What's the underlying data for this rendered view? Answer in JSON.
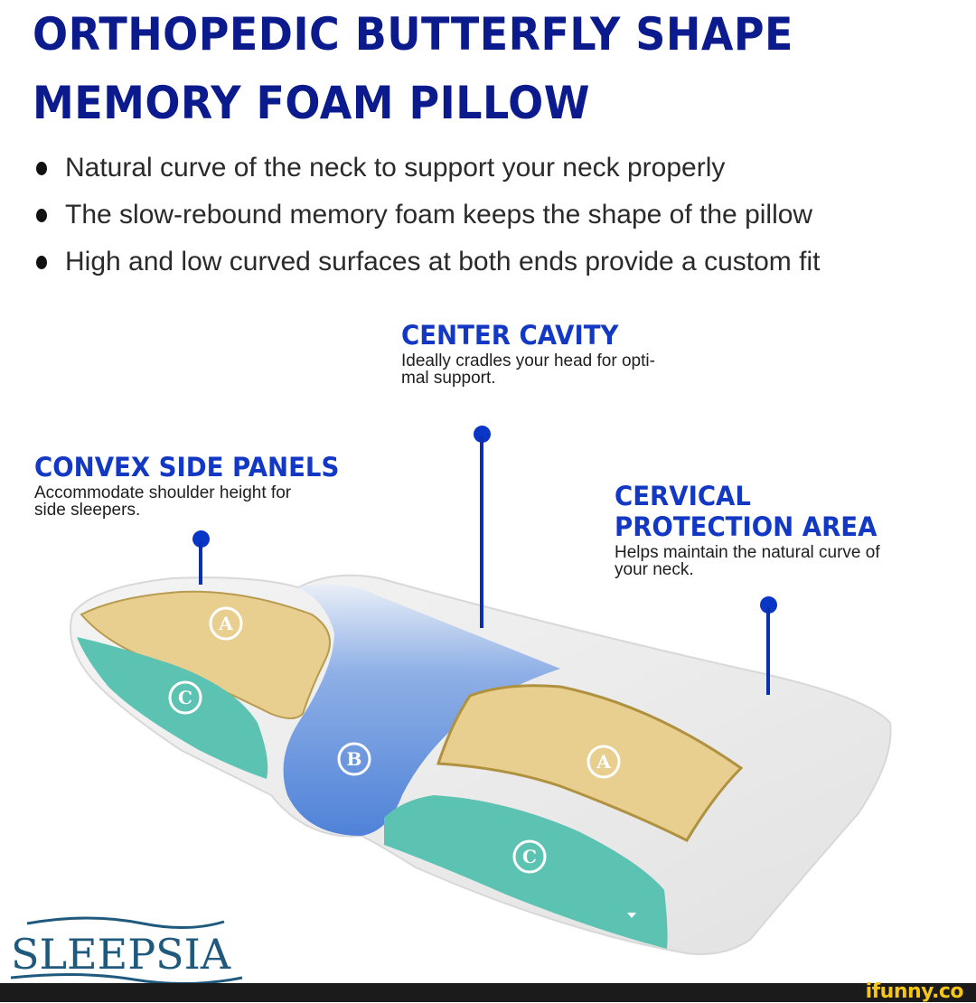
{
  "header": {
    "title_line1": "ORTHOPEDIC BUTTERFLY SHAPE",
    "title_line2": "MEMORY FOAM PILLOW"
  },
  "features": [
    {
      "text": "Natural curve of the neck to support your neck properly"
    },
    {
      "text": "The slow-rebound memory foam keeps the shape of the pillow"
    },
    {
      "text": "High and low curved surfaces at both ends provide a custom fit"
    }
  ],
  "callouts": {
    "center_cavity": {
      "title": "CENTER CAVITY",
      "line1": "Ideally cradles your head for opti-",
      "line2": "mal support."
    },
    "convex_side_panels": {
      "title": "CONVEX SIDE PANELS",
      "line1": "Accommodate shoulder height for",
      "line2": "side sleepers."
    },
    "cervical_protection": {
      "title_line1": "CERVICAL",
      "title_line2": "PROTECTION AREA",
      "line1": "Helps maintain the natural curve of",
      "line2": "your neck."
    }
  },
  "pillow_labels": {
    "a_left": "A",
    "c_left": "C",
    "b_center": "B",
    "a_right": "A",
    "c_right": "C"
  },
  "colors": {
    "title": "#0b1a8c",
    "callout_title": "#1238c4",
    "pin": "#0a36c6",
    "panel_a": "#e8cf8f",
    "panel_b": "#5f8fdc",
    "panel_c": "#5cc3b3",
    "logo": "#1f5a7e",
    "watermark": "#f5c518"
  },
  "brand": {
    "logo_text": "SLEEPSIA"
  },
  "watermark": {
    "text": "ifunny.co"
  }
}
